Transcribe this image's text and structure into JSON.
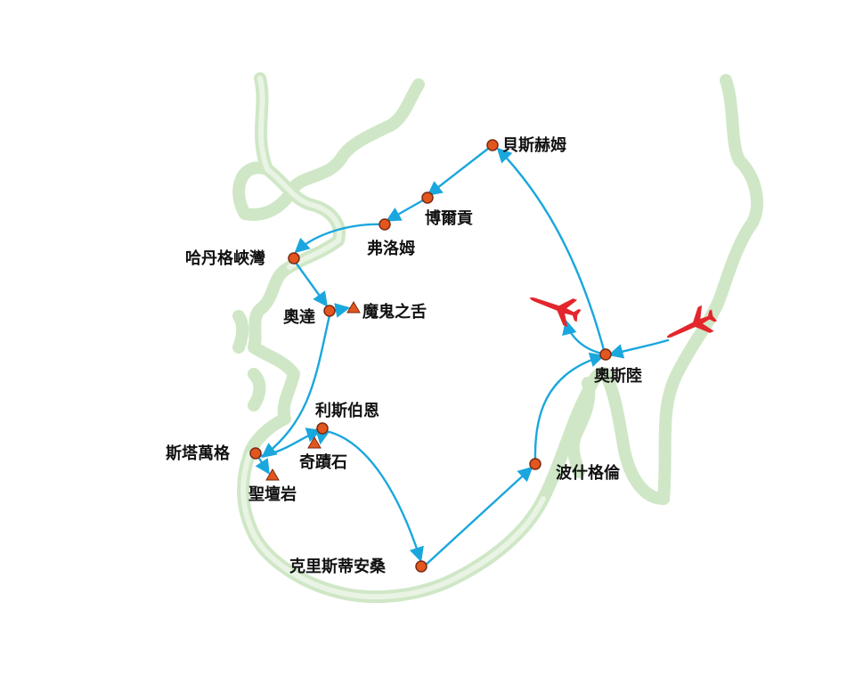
{
  "colors": {
    "land_edge": "#cfe7c6",
    "route": "#1aa7dd",
    "city_fill": "#e2561f",
    "city_stroke": "#7a2a10",
    "landmark_fill": "#e2561f",
    "plane": "#e3262d"
  },
  "icons": {
    "city": "city-dot-icon",
    "landmark": "landmark-triangle-icon",
    "airport": "airplane-icon"
  },
  "cities": [
    {
      "id": "bergen",
      "label": "貝斯赫姆"
    },
    {
      "id": "voss",
      "label": "博爾貢"
    },
    {
      "id": "flam",
      "label": "弗洛姆"
    },
    {
      "id": "hardanger",
      "label": "哈丹格峽灣"
    },
    {
      "id": "odda",
      "label": "奧達"
    },
    {
      "id": "lysebotn",
      "label": "利斯伯恩"
    },
    {
      "id": "stavanger",
      "label": "斯塔萬格"
    },
    {
      "id": "kristiansand",
      "label": "克里斯蒂安桑"
    },
    {
      "id": "porsgrunn",
      "label": "波什格倫"
    },
    {
      "id": "oslo",
      "label": "奧斯陸"
    }
  ],
  "landmarks": [
    {
      "id": "trolltunga",
      "label": "魔鬼之舌"
    },
    {
      "id": "kjerag",
      "label": "奇蹟石"
    },
    {
      "id": "preikestolen",
      "label": "聖壇岩"
    }
  ]
}
